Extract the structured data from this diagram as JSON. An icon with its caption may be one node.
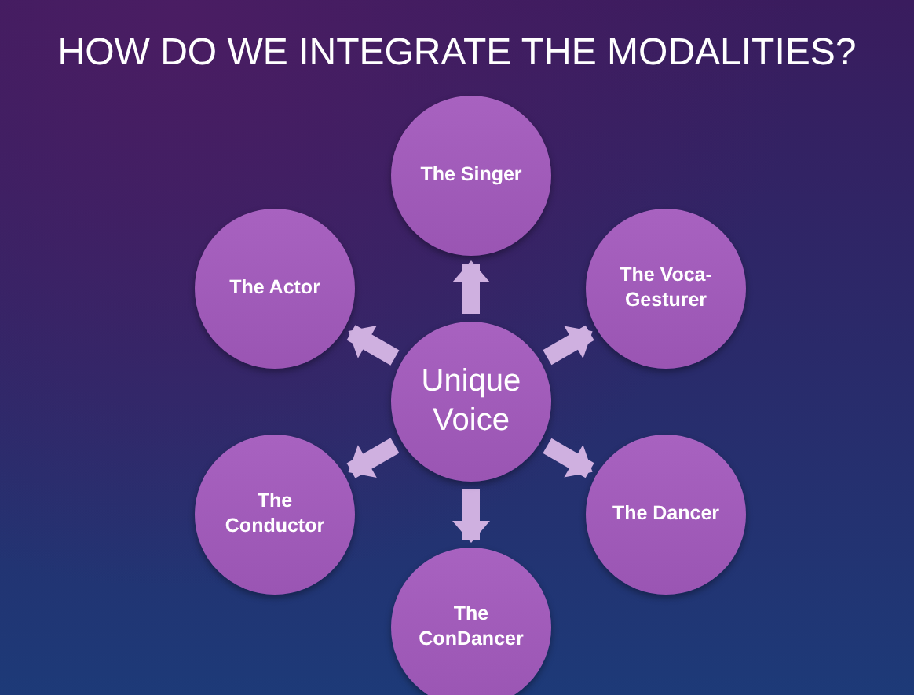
{
  "diagram": {
    "title": "HOW DO WE INTEGRATE THE MODALITIES?",
    "nodes": [
      {
        "text": [
          "The Singer"
        ]
      },
      {
        "text": [
          "The Actor"
        ]
      },
      {
        "text": [
          "The Voca- Gesturer"
        ]
      },
      {
        "text": [
          "Unique Voice"
        ]
      },
      {
        "text": [
          "The Conductor"
        ]
      },
      {
        "text": [
          "The Dancer"
        ]
      },
      {
        "text": [
          "The ConDancer"
        ]
      }
    ],
    "edges": [
      {
        "from": 3,
        "to": 0,
        "arrow": "to"
      },
      {
        "from": 3,
        "to": 2,
        "arrow": "to"
      },
      {
        "from": 3,
        "to": 5,
        "arrow": "to"
      },
      {
        "from": 3,
        "to": 6,
        "arrow": "to"
      },
      {
        "from": 3,
        "to": 4,
        "arrow": "to"
      },
      {
        "from": 3,
        "to": 1,
        "arrow": "to"
      }
    ]
  }
}
